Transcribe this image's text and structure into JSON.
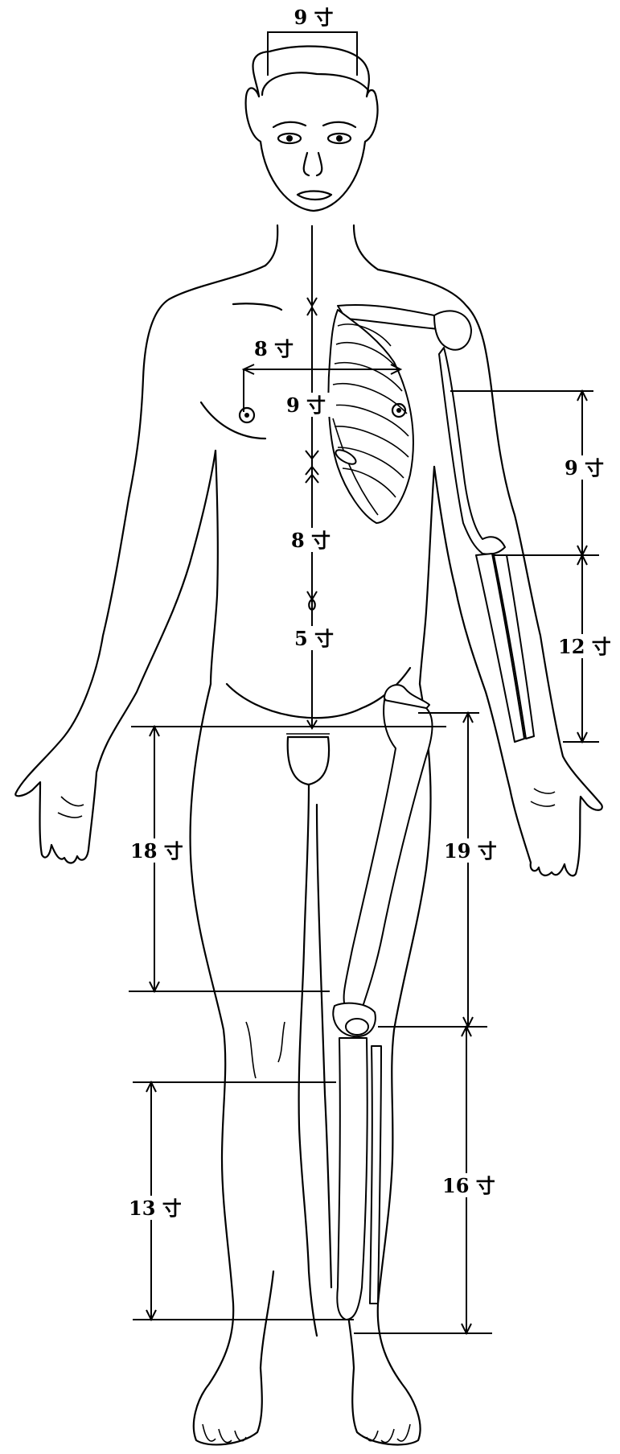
{
  "measurements": {
    "head_width": "9 寸",
    "chest_to_nipple": "8 寸",
    "sternum_length": "9 寸",
    "upper_abdomen": "8 寸",
    "lower_abdomen": "5 寸",
    "upper_arm": "9 寸",
    "forearm": "12 寸",
    "thigh_inner": "18 寸",
    "thigh_outer": "19 寸",
    "lower_leg_inner": "13 寸",
    "lower_leg_outer": "16 寸"
  }
}
